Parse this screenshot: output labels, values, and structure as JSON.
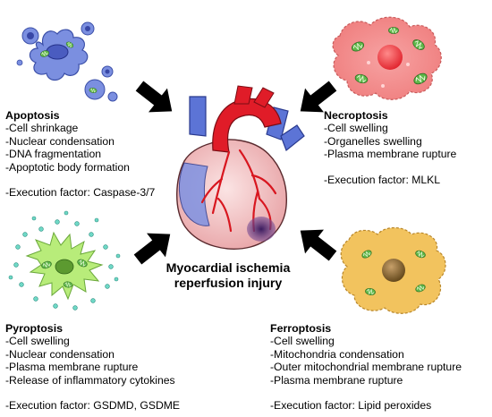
{
  "center_label": {
    "line1": "Myocardial ischemia",
    "line2": "reperfusion injury"
  },
  "panels": {
    "apoptosis": {
      "title": "Apoptosis",
      "features": [
        "-Cell shrinkage",
        "-Nuclear condensation",
        "-DNA fragmentation",
        "-Apoptotic body formation"
      ],
      "execution": "-Execution factor: Caspase-3/7"
    },
    "necroptosis": {
      "title": "Necroptosis",
      "features": [
        "-Cell swelling",
        "-Organelles swelling",
        "-Plasma membrane rupture"
      ],
      "execution": "-Execution factor: MLKL"
    },
    "pyroptosis": {
      "title": "Pyroptosis",
      "features": [
        "-Cell swelling",
        "-Nuclear condensation",
        "-Plasma membrane rupture",
        "-Release of inflammatory cytokines"
      ],
      "execution": "-Execution factor: GSDMD, GSDME"
    },
    "ferroptosis": {
      "title": "Ferroptosis",
      "features": [
        "-Cell swelling",
        "-Mitochondria condensation",
        "-Outer mitochondrial membrane rupture",
        "-Plasma membrane rupture"
      ],
      "execution": "-Execution factor: Lipid peroxides"
    }
  },
  "colors": {
    "apoptosis_cell": "#7b8fe0",
    "necroptosis_cell": "#f08080",
    "pyroptosis_cell": "#b8ec7a",
    "ferroptosis_cell": "#f2c35e",
    "mitochondria": "#5fb84a",
    "heart_red": "#e01c28",
    "heart_blue": "#5c74d6",
    "arrow": "#000000"
  },
  "icons": [
    "apoptotic-cell-icon",
    "necroptotic-cell-icon",
    "pyroptotic-cell-icon",
    "ferroptotic-cell-icon",
    "heart-icon",
    "arrow-icon"
  ]
}
